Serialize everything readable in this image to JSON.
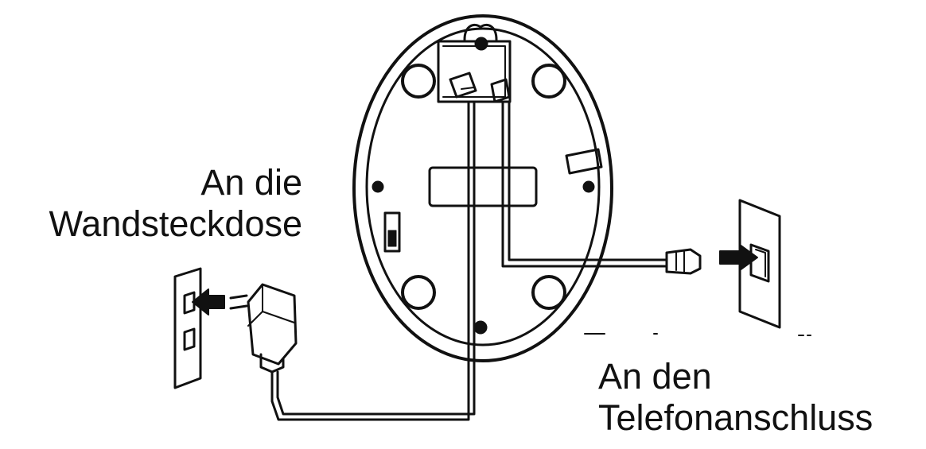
{
  "labels": {
    "wall_outlet": {
      "line1": "An die",
      "line2": "Wandsteckdose"
    },
    "phone_jack": {
      "line1": "An den",
      "line2": "Telefonanschluss"
    }
  },
  "colors": {
    "ink": "#111111",
    "paper": "#ffffff"
  }
}
